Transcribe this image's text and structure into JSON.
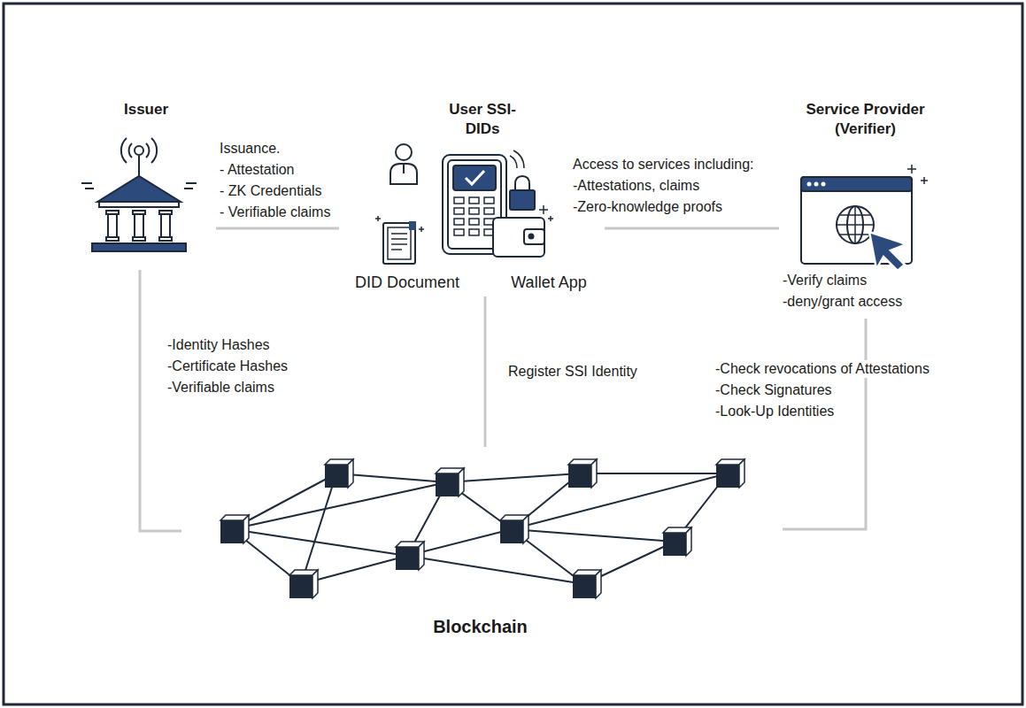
{
  "diagram": {
    "nodes": [
      {
        "text": [
          "Issuer"
        ]
      },
      {
        "text": [
          "User SSI-DIDs"
        ]
      },
      {
        "text": [
          "DID Document"
        ],
        "in": 1
      },
      {
        "text": [
          "Wallet App"
        ],
        "in": 1
      },
      {
        "text": [
          "Service Provider (Verifier)",
          "-Verify claims",
          "-deny/grant access"
        ]
      },
      {
        "text": [
          "Blockchain"
        ]
      }
    ],
    "edges": [
      {
        "from": 0,
        "to": 1,
        "arrow": "none"
      },
      {
        "from": 1,
        "to": 4,
        "arrow": "none"
      },
      {
        "from": 0,
        "to": 5,
        "arrow": "none"
      },
      {
        "from": 1,
        "to": 5,
        "arrow": "none"
      },
      {
        "from": 4,
        "to": 5,
        "arrow": "none"
      }
    ],
    "labels": [
      "Issuance.",
      "- Attestation",
      "- ZK Credentials",
      "- Verifiable claims",
      "Access to services including:",
      "-Attestations, claims",
      "-Zero-knowledge proofs",
      "-Identity Hashes",
      "-Certificate Hashes",
      "-Verifiable claims",
      "Register SSI Identity",
      "-Check revocations of Attestations",
      "-Check Signatures",
      "-Look-Up Identities"
    ]
  }
}
